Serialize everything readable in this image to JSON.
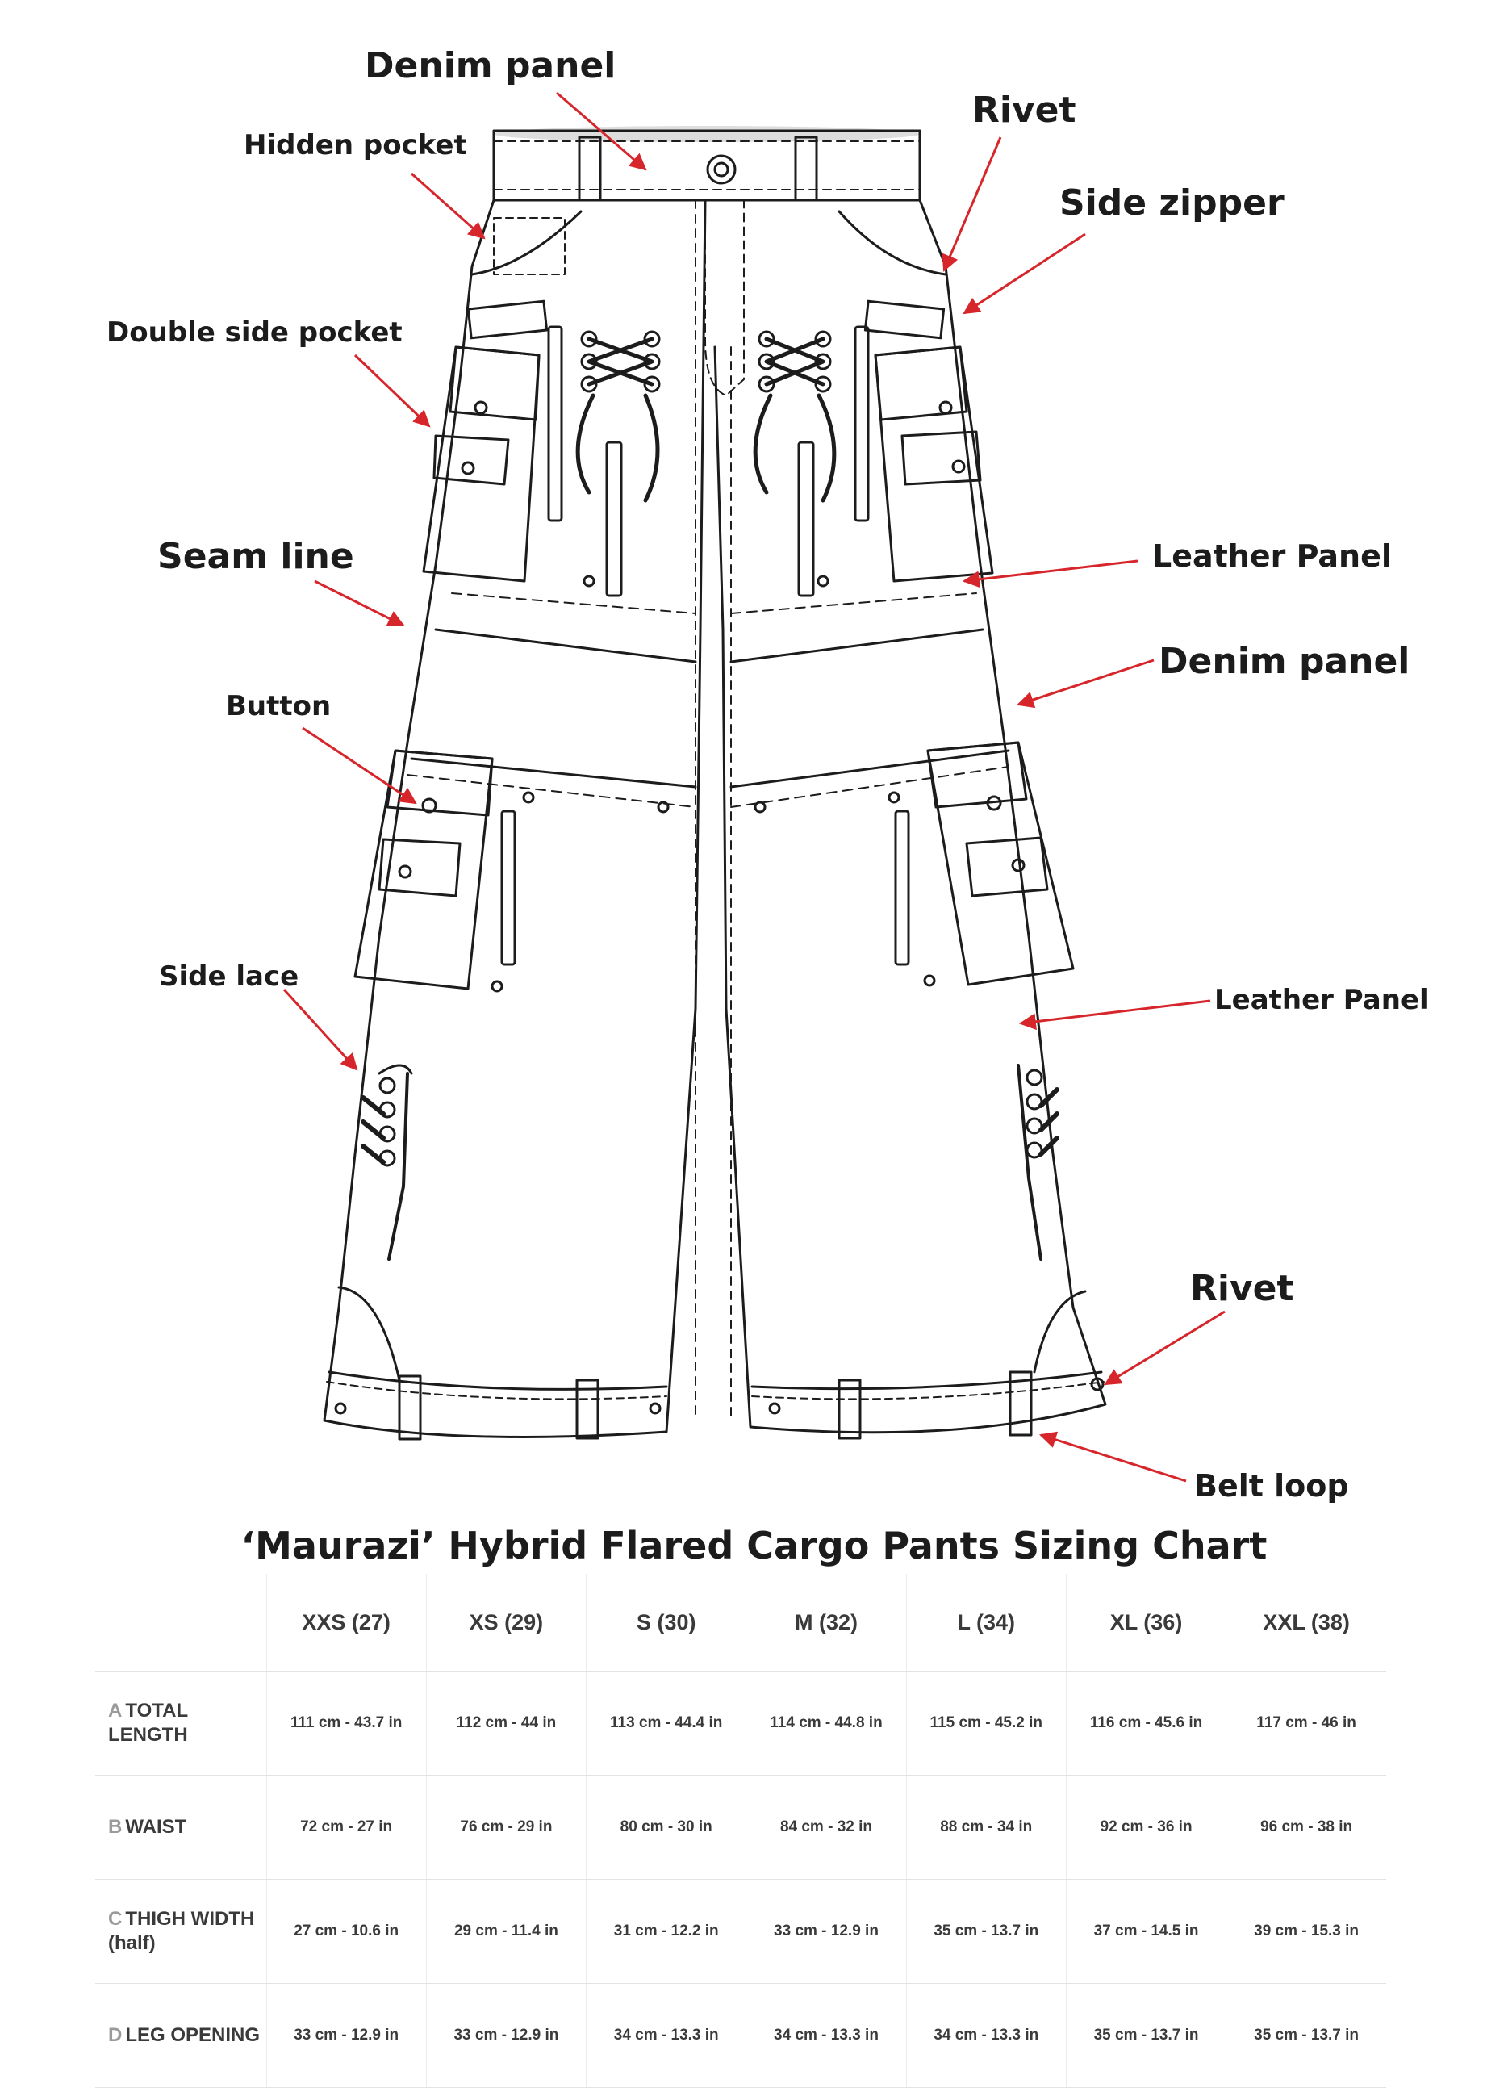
{
  "callouts": {
    "denim_panel_top": "Denim panel",
    "hidden_pocket": "Hidden pocket",
    "rivet_top": "Rivet",
    "side_zipper": "Side zipper",
    "double_side_pocket": "Double side pocket",
    "seam_line": "Seam line",
    "leather_panel_upper": "Leather Panel",
    "denim_panel_right": "Denim panel",
    "button": "Button",
    "side_lace": "Side lace",
    "leather_panel_lower": "Leather Panel",
    "rivet_bottom": "Rivet",
    "belt_loop": "Belt loop"
  },
  "colors": {
    "arrow": "#d7262b",
    "line": "#1c1c1c",
    "text": "#1c1c1c"
  },
  "size_chart": {
    "title": "‘Maurazi’ Hybrid Flared Cargo Pants Sizing Chart",
    "columns": [
      "XXS (27)",
      "XS (29)",
      "S (30)",
      "M (32)",
      "L (34)",
      "XL (36)",
      "XXL (38)"
    ],
    "rows": [
      {
        "letter": "A",
        "label": "TOTAL LENGTH",
        "values": [
          "111 cm - 43.7 in",
          "112 cm - 44 in",
          "113 cm - 44.4 in",
          "114 cm - 44.8 in",
          "115 cm - 45.2 in",
          "116 cm - 45.6 in",
          "117 cm - 46 in"
        ]
      },
      {
        "letter": "B",
        "label": "WAIST",
        "values": [
          "72 cm - 27 in",
          "76 cm - 29 in",
          "80 cm - 30 in",
          "84 cm - 32 in",
          "88 cm - 34 in",
          "92 cm - 36 in",
          "96 cm - 38 in"
        ]
      },
      {
        "letter": "C",
        "label": "THIGH WIDTH (half)",
        "values": [
          "27 cm - 10.6 in",
          "29 cm - 11.4 in",
          "31 cm - 12.2 in",
          "33 cm - 12.9 in",
          "35 cm - 13.7 in",
          "37 cm - 14.5 in",
          "39 cm - 15.3 in"
        ]
      },
      {
        "letter": "D",
        "label": "LEG OPENING",
        "values": [
          "33 cm - 12.9 in",
          "33 cm - 12.9 in",
          "34 cm - 13.3 in",
          "34 cm - 13.3 in",
          "34 cm - 13.3 in",
          "35 cm - 13.7 in",
          "35 cm - 13.7 in"
        ]
      }
    ]
  }
}
